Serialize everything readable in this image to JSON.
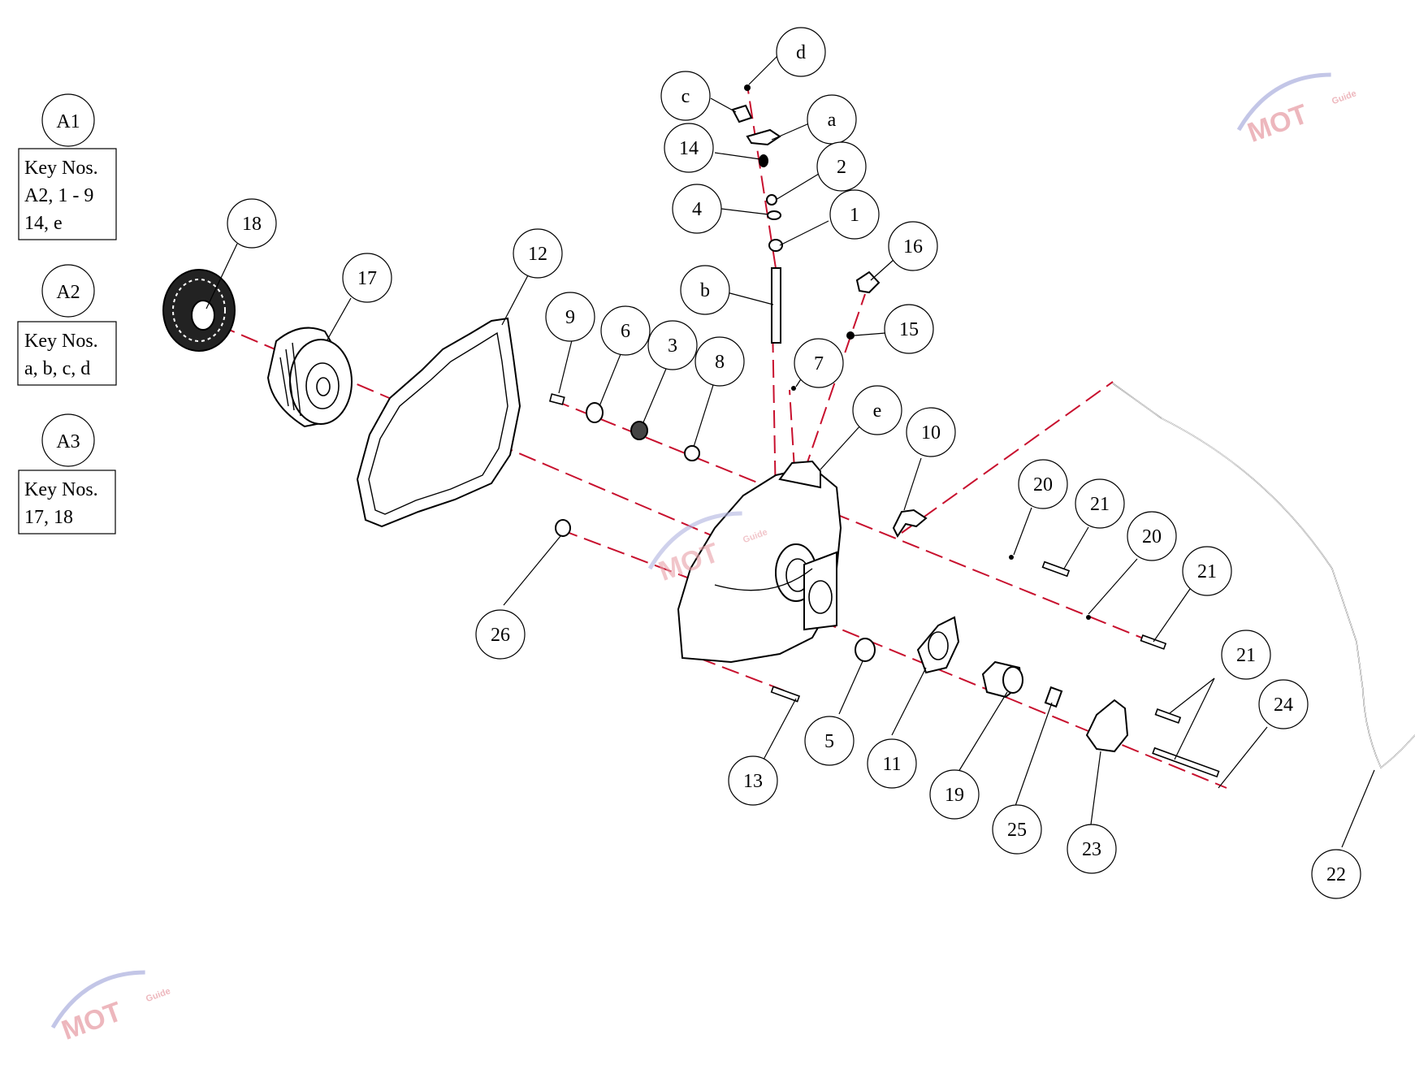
{
  "assembly_boxes": [
    {
      "id": "A1",
      "lines": [
        "Key Nos.",
        "A2, 1 - 9",
        "14, e"
      ]
    },
    {
      "id": "A2",
      "lines": [
        "Key Nos.",
        "a, b, c, d"
      ]
    },
    {
      "id": "A3",
      "lines": [
        "Key Nos.",
        "17, 18"
      ]
    }
  ],
  "callouts": [
    "d",
    "c",
    "a",
    "14",
    "2",
    "4",
    "1",
    "16",
    "b",
    "15",
    "7",
    "e",
    "10",
    "18",
    "17",
    "12",
    "9",
    "6",
    "3",
    "8",
    "20",
    "21",
    "20",
    "21",
    "26",
    "21",
    "24",
    "5",
    "11",
    "19",
    "25",
    "23",
    "13",
    "22"
  ],
  "watermark": {
    "brand": "MOT",
    "sub": "Guide"
  },
  "colors": {
    "dash": "#c8102e",
    "line": "#000000",
    "watermark_red": "#e8a0a8",
    "watermark_blue": "#b0b4e0"
  }
}
